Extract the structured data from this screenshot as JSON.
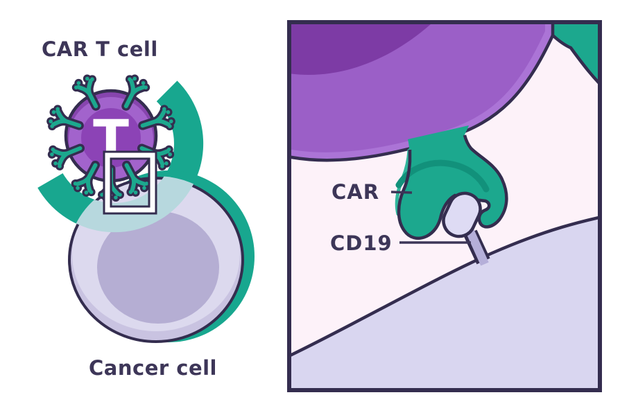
{
  "left_diagram": {
    "t_cell_label": "CAR T cell",
    "t_cell_letter": "T",
    "cancer_cell_label": "Cancer cell"
  },
  "detail_panel": {
    "car_label": "CAR",
    "cd19_label": "CD19"
  },
  "colors": {
    "outline_dark": "#342d4f",
    "teal": "#1ca88e",
    "teal_shadow": "#12917b",
    "purple_mid": "#9b5fc7",
    "purple_light_rim": "#ab74d6",
    "purple_dark": "#7d3ba5",
    "tcell_body": "#a263cc",
    "tcell_top_shadow": "#8745ae",
    "tcell_nucleus": "#8c43b6",
    "cancer_fill": "#dcd9ee",
    "cancer_bottom_shadow": "#c9c3e1",
    "cancer_nucleus": "#b5aed3",
    "panel_background": "#fdf2f9",
    "membrane_lavender": "#d9d6f0",
    "cd19_capsule": "#dedbf4",
    "cd19_stem": "#b5afd9",
    "swoosh_overlay_blue": "#b7d8de",
    "label_text": "#3d3658",
    "letter_t": "#ffffff"
  }
}
